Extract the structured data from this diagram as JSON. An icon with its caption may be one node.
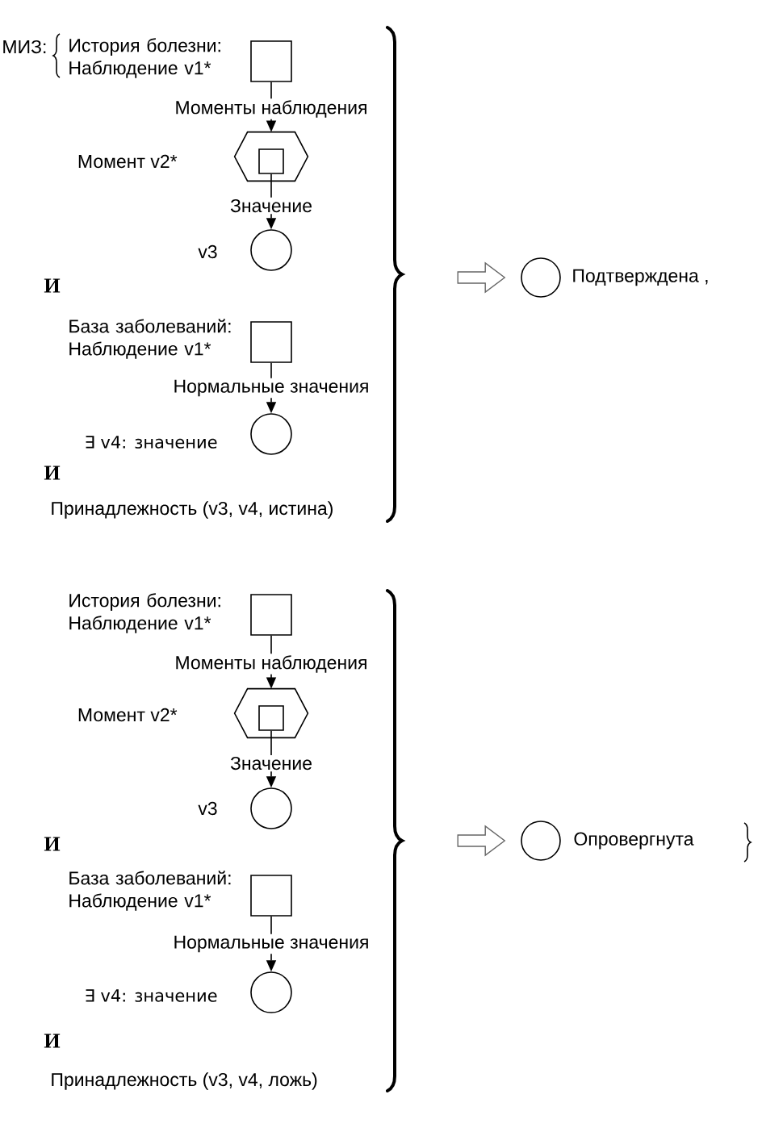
{
  "diagram": {
    "nodes": [
      {
        "text": [],
        "shape": "box",
        "beside": [
          "История болезни: Наблюдение v1*"
        ]
      },
      {
        "text": [],
        "shape": "hexagon",
        "beside": [
          "Момент v2*"
        ]
      },
      {
        "text": [],
        "shape": "box",
        "in": 1
      },
      {
        "text": [],
        "shape": "circle",
        "beside": [
          "v3"
        ]
      },
      {
        "text": [],
        "shape": "box",
        "beside": [
          "База заболеваний: Наблюдение v1*"
        ]
      },
      {
        "text": [],
        "shape": "circle",
        "beside": [
          "∃ v4: значение"
        ]
      },
      {
        "text": [],
        "shape": "circle",
        "beside": [
          "Подтверждена ,"
        ]
      },
      {
        "text": [],
        "shape": "box",
        "beside": [
          "История болезни: Наблюдение v1*"
        ]
      },
      {
        "text": [],
        "shape": "hexagon",
        "beside": [
          "Момент v2*"
        ]
      },
      {
        "text": [],
        "shape": "box",
        "in": 8
      },
      {
        "text": [],
        "shape": "circle",
        "beside": [
          "v3"
        ]
      },
      {
        "text": [],
        "shape": "box",
        "beside": [
          "База заболеваний: Наблюдение v1*"
        ]
      },
      {
        "text": [],
        "shape": "circle",
        "beside": [
          "∃ v4: значение"
        ]
      },
      {
        "text": [],
        "shape": "circle",
        "beside": [
          "Опровергнута"
        ]
      }
    ],
    "edges": [
      {
        "from": 0,
        "to": 1,
        "arrow": "to",
        "label": "Моменты наблюдения"
      },
      {
        "from": 2,
        "to": 3,
        "arrow": "to",
        "label": "Значение"
      },
      {
        "from": 4,
        "to": 5,
        "arrow": "to",
        "label": "Нормальные значения"
      },
      {
        "from": null,
        "to": 6,
        "arrow": "to",
        "style": "thick"
      },
      {
        "from": 7,
        "to": 8,
        "arrow": "to",
        "label": "Моменты наблюдения"
      },
      {
        "from": 9,
        "to": 10,
        "arrow": "to",
        "label": "Значение"
      },
      {
        "from": 11,
        "to": 12,
        "arrow": "to",
        "label": "Нормальные значения"
      },
      {
        "from": null,
        "to": 13,
        "arrow": "to",
        "style": "thick"
      }
    ],
    "labels": [
      "МИЗ:",
      "И",
      "И",
      "Принадлежность (v3, v4, истина)",
      "И",
      "И",
      "Принадлежность (v3, v4, ложь)"
    ]
  }
}
